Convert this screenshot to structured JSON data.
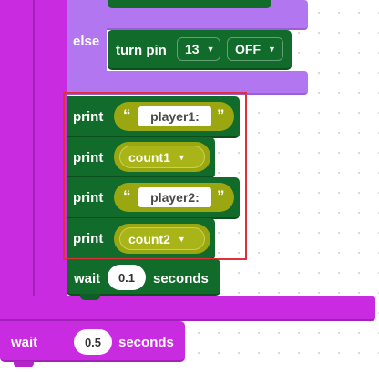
{
  "colors": {
    "magenta": "#c92be0",
    "magenta_dark": "#a51fbb",
    "lavender": "#b277f0",
    "lavender_dark": "#9a5fd6",
    "green": "#116b2a",
    "olive": "#9aa711",
    "olive_light": "#a8b418",
    "selection": "#e0303b"
  },
  "if_block": {
    "else_label": "else",
    "turn_pin": {
      "label": "turn pin",
      "pin_value": "13",
      "state_value": "OFF"
    }
  },
  "print_blocks": [
    {
      "label": "print",
      "type": "text",
      "open_quote": "“",
      "value": "player1:",
      "close_quote": "”"
    },
    {
      "label": "print",
      "type": "variable",
      "value": "count1"
    },
    {
      "label": "print",
      "type": "text",
      "open_quote": "“",
      "value": "player2:",
      "close_quote": "”"
    },
    {
      "label": "print",
      "type": "variable",
      "value": "count2"
    }
  ],
  "inner_wait": {
    "label": "wait",
    "value": "0.1",
    "unit": "seconds"
  },
  "outer_wait": {
    "label": "wait",
    "value": "0.5",
    "unit": "seconds"
  },
  "icons": {
    "dropdown": "caret-down-icon"
  }
}
